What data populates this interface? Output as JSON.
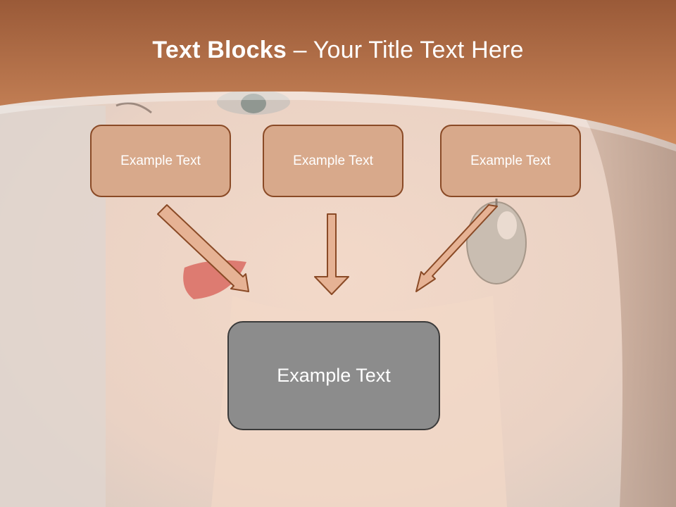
{
  "slide": {
    "title_bold": "Text Blocks",
    "title_rest": " – Your Title Text Here"
  },
  "blocks": [
    {
      "label": "Example Text"
    },
    {
      "label": "Example Text"
    },
    {
      "label": "Example Text"
    }
  ],
  "result": {
    "label": "Example Text"
  },
  "colors": {
    "header": "#b66d45",
    "box_fill": "#d8a98b",
    "box_border": "#8a4a26",
    "result_fill": "#8c8c8c",
    "arrow_fill": "#e6b294",
    "arrow_stroke": "#8a4a26"
  }
}
